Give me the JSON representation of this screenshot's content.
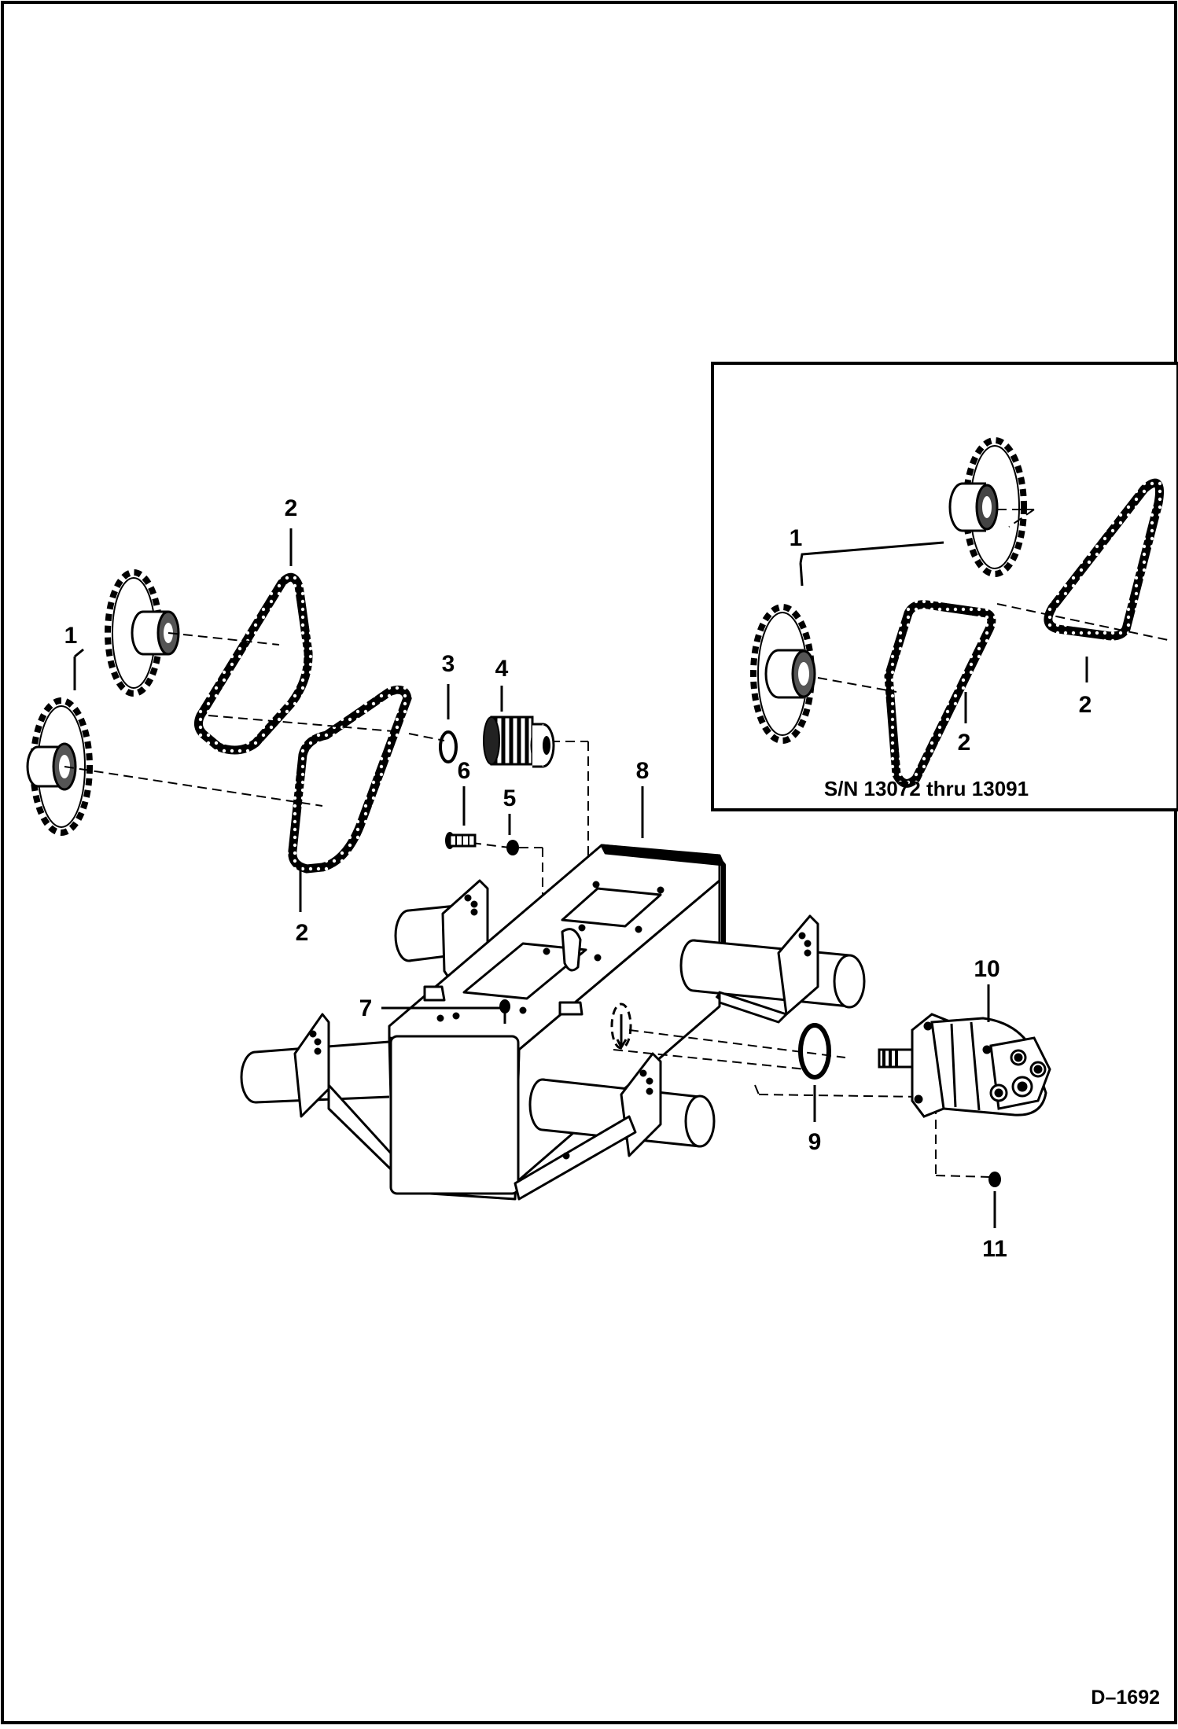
{
  "diagram": {
    "callouts": {
      "c1": "1",
      "c2a": "2",
      "c2b": "2",
      "c3": "3",
      "c4": "4",
      "c5": "5",
      "c6": "6",
      "c7": "7",
      "c8": "8",
      "c9": "9",
      "c10": "10",
      "c11": "11",
      "inset_c1": "1",
      "inset_c2a": "2",
      "inset_c2b": "2"
    },
    "inset_caption": "S/N 13072 thru 13091",
    "drawing_id": "D–1692"
  }
}
